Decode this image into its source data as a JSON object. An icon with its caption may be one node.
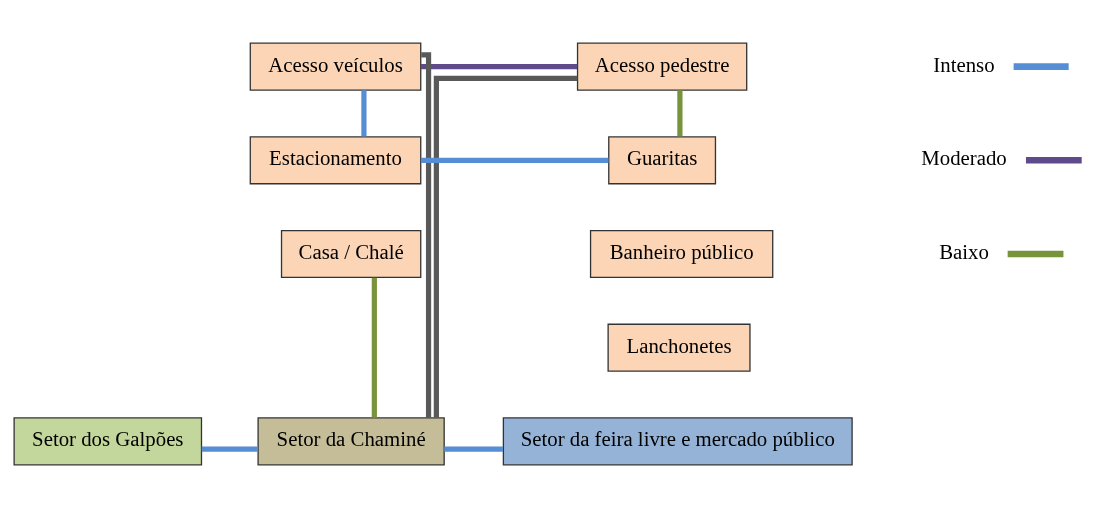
{
  "diagram": {
    "nodes": [
      {
        "text": [
          "Acesso veículos"
        ]
      },
      {
        "text": [
          "Acesso pedestre"
        ]
      },
      {
        "text": [
          "Estacionamento"
        ]
      },
      {
        "text": [
          "Guaritas"
        ]
      },
      {
        "text": [
          "Casa / Chalé"
        ]
      },
      {
        "text": [
          "Banheiro público"
        ]
      },
      {
        "text": [
          "Lanchonetes"
        ]
      },
      {
        "text": [
          "Setor dos Galpões"
        ]
      },
      {
        "text": [
          "Setor da Chaminé"
        ]
      },
      {
        "text": [
          "Setor da feira livre e mercado público"
        ]
      }
    ],
    "edges": [
      {
        "from": 0,
        "to": 1,
        "arrow": "none",
        "color": "#5f4b8b"
      },
      {
        "from": 0,
        "to": 2,
        "arrow": "none",
        "color": "#558ed5"
      },
      {
        "from": 1,
        "to": 3,
        "arrow": "none",
        "color": "#77933c"
      },
      {
        "from": 2,
        "to": 3,
        "arrow": "none",
        "color": "#558ed5"
      },
      {
        "from": 0,
        "to": 8,
        "arrow": "none",
        "color": "#595959"
      },
      {
        "from": 1,
        "to": 8,
        "arrow": "none",
        "color": "#595959"
      },
      {
        "from": 4,
        "to": 8,
        "arrow": "none",
        "color": "#77933c"
      },
      {
        "from": 8,
        "to": 7,
        "arrow": "none",
        "color": "#558ed5"
      },
      {
        "from": 8,
        "to": 9,
        "arrow": "none",
        "color": "#558ed5"
      }
    ],
    "legend": [
      {
        "text": "Intenso"
      },
      {
        "text": "Moderado"
      },
      {
        "text": "Baixo"
      }
    ]
  }
}
